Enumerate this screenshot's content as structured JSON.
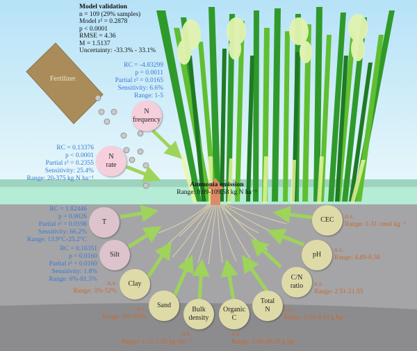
{
  "model_validation": {
    "title": "Model validation",
    "n": "n = 109 (29% samples)",
    "r2": "Model r² = 0.2878",
    "p": "p < 0.0001",
    "rmse": "RMSE = 4.36",
    "m": "M = 1.5137",
    "uncertainty": "Uncertainty: -33.3% - 33.1%"
  },
  "fertilizer": {
    "label": "Fertilizer"
  },
  "ammonia": {
    "title": "Ammonia emission",
    "range": "Range: 0.09-109.58 kg N ha⁻¹"
  },
  "factors": {
    "n_frequency": {
      "label_1": "N",
      "label_2": "frequency",
      "rc": "RC = -4.83299",
      "p": "p = 0.0011",
      "partial_r2": "Partial r² = 0.0165",
      "sensitivity": "Sensitivity: 6.6%",
      "range": "Range: 1-5"
    },
    "n_rate": {
      "label_1": "N",
      "label_2": "rate",
      "rc": "RC = 0.13376",
      "p": "p < 0.0001",
      "partial_r2": "Partial r² = 0.2355",
      "sensitivity": "Sensitivity: 25.4%",
      "range": "Range: 20-375 kg N ha⁻¹"
    },
    "t": {
      "label": "T",
      "rc": "RC = 1.82446",
      "p": "p = 0.0026",
      "partial_r2": "Partial r² = 0.0198",
      "sensitivity": "Sensitivity: 66.2%",
      "range": "Range: 13.9°C-25.2°C"
    },
    "silt": {
      "label": "Silt",
      "rc": "RC = 0.16351",
      "p": "p = 0.0160",
      "partial_r2": "Partial r² = 0.0160",
      "sensitivity": "Sensitivity: 1.8%",
      "range": "Range: 6%-81.5%"
    },
    "clay": {
      "label": "Clay",
      "ns": "n.s.",
      "range": "Range: 3%-52%"
    },
    "sand": {
      "label": "Sand",
      "ns": "n.s.",
      "range": "Range: 6%-90%"
    },
    "bulk_density": {
      "label_1": "Bulk",
      "label_2": "density",
      "ns": "n.s.",
      "range": "Range: 1.22-1.50 kg dm⁻³"
    },
    "organic_c": {
      "label_1": "Organic",
      "label_2": "C",
      "ns": "n.s.",
      "range": "Range: 3.08-49.30 g kg⁻¹"
    },
    "total_n": {
      "label_1": "Total",
      "label_2": "N",
      "ns": "n.s.",
      "range": "Range: 0.50-4.54 g kg⁻¹"
    },
    "cn_ratio": {
      "label_1": "C/N",
      "label_2": "ratio",
      "ns": "n.s.",
      "range": "Range: 2.51-21.55"
    },
    "ph": {
      "label": "pH",
      "ns": "n.s.",
      "range": "Range: 4.89-8.58"
    },
    "cec": {
      "label": "CEC",
      "ns": "n.s.",
      "range": "Range: 1-31 cmol kg⁻¹"
    }
  },
  "colors": {
    "significant_text": "#3a78d0",
    "ns_text": "#c8692c",
    "arrow": "#9ed45a",
    "sky_top": "#b8e4f8",
    "water": "#b4ecd6",
    "soil": "#a2a2a5",
    "emission_arrow": "#dd8a66"
  }
}
